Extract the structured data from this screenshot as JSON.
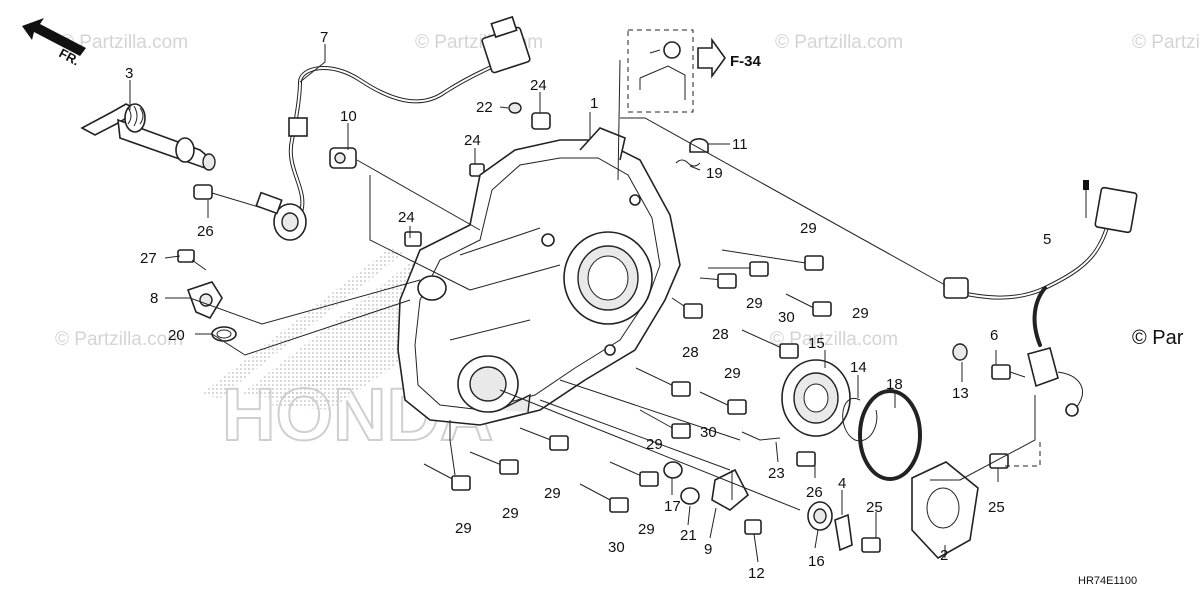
{
  "front_label": "FR.",
  "page_ref": "F-34",
  "watermark": "© Partzilla.com",
  "watermark_cut": "© Par",
  "drawing_code": "HR74E1100",
  "callouts": [
    "1",
    "2",
    "3",
    "4",
    "5",
    "6",
    "7",
    "8",
    "9",
    "10",
    "11",
    "12",
    "13",
    "14",
    "15",
    "16",
    "17",
    "18",
    "19",
    "20",
    "21",
    "22",
    "23",
    "24",
    "25",
    "26",
    "27",
    "28",
    "29",
    "30"
  ]
}
